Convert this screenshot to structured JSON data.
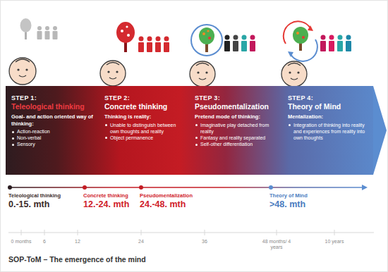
{
  "diagram": {
    "caption": "SOP-ToM – The emergence of the mind",
    "nodes": [
      {
        "text": [
          "STEP 1:",
          "Teleological thinking",
          "Goal- and action oriented way of thinking:",
          "Action-reaction",
          "Non-verbal",
          "Sensory"
        ]
      },
      {
        "text": [
          "STEP 2:",
          "Concrete thinking",
          "Thinking is reality:",
          "Unable to distinguish between own thoughts and reality",
          "Object permanence"
        ]
      },
      {
        "text": [
          "STEP 3:",
          "Pseudomentalization",
          "Pretend mode of thinking:",
          "Imaginative play detached from reality",
          "Fantasy and reality separated",
          "Self-other differentiation"
        ]
      },
      {
        "text": [
          "STEP 4:",
          "Theory of Mind",
          "Mentalization:",
          "Integration of thinking into reality and experiences from reality into own thoughts"
        ]
      }
    ],
    "labels": [
      "Teleological thinking",
      "0.-15. mth",
      "Concrete thinking",
      "12.-24. mth",
      "Pseudomentalization",
      "24.-48. mth",
      "Theory of Mind",
      ">48. mth",
      "0 months",
      "6",
      "12",
      "24",
      "36",
      "48 months/ 4 years",
      "10 years"
    ]
  }
}
